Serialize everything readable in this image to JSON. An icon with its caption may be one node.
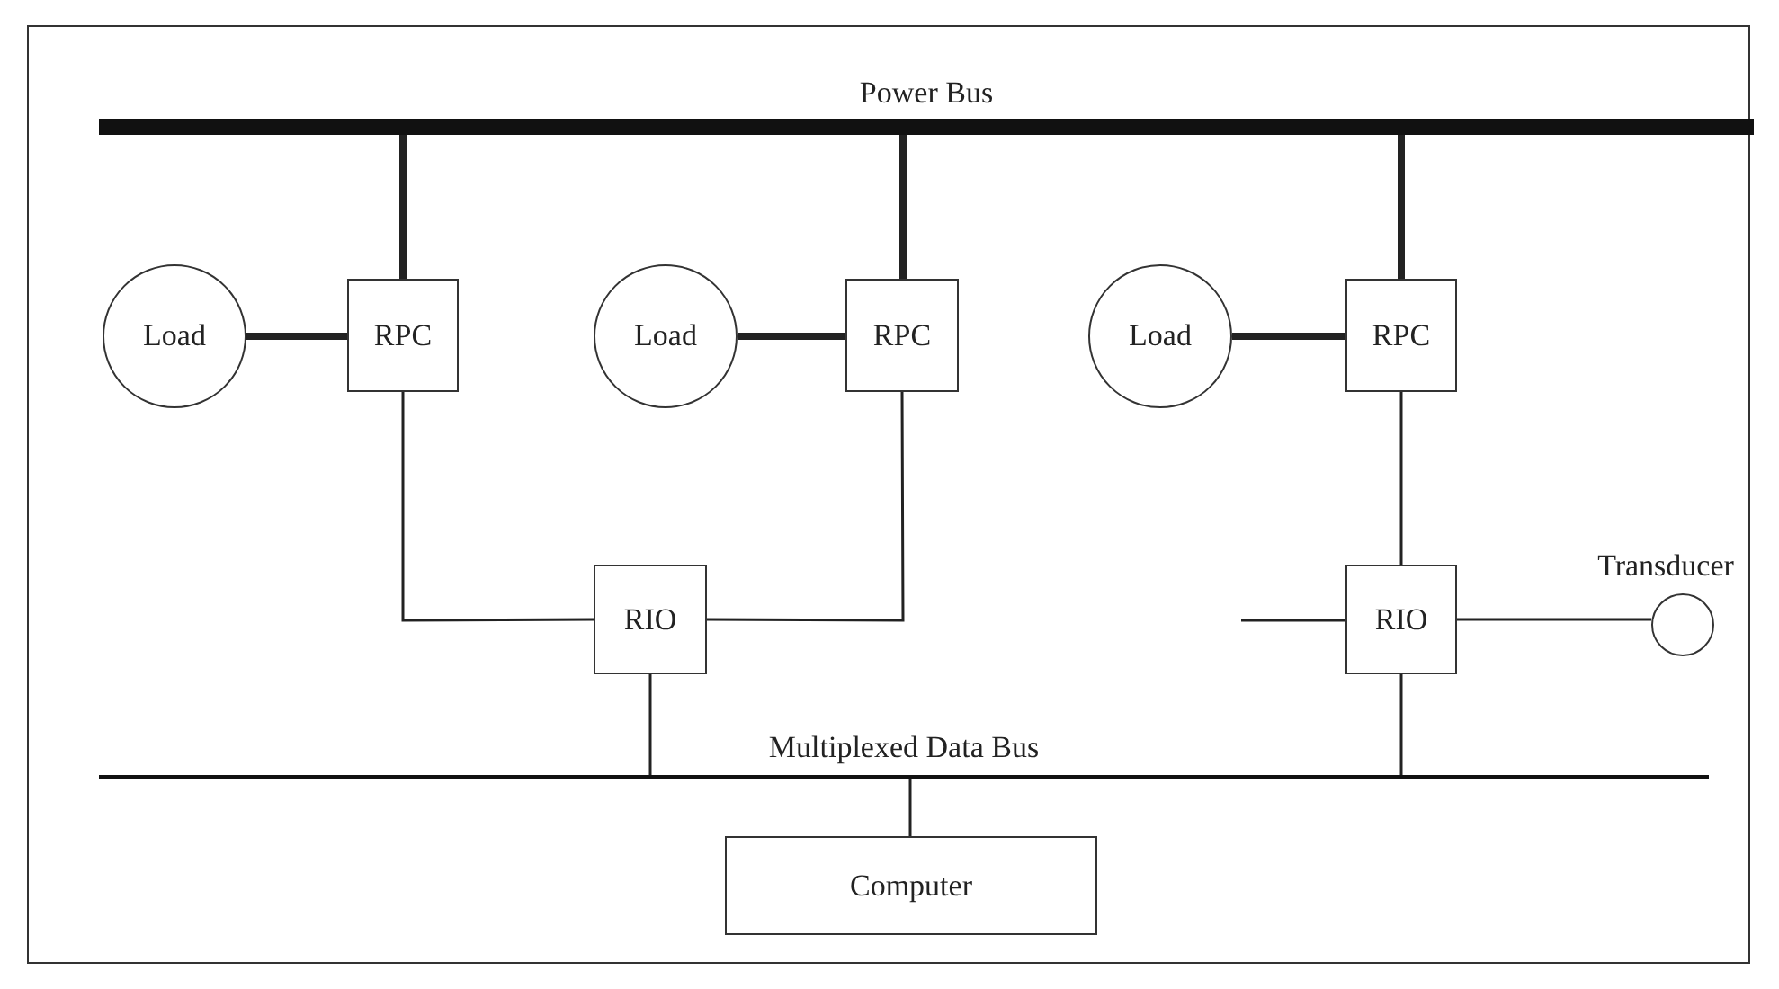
{
  "diagram": {
    "nodes": [
      {
        "text": [
          "Power Bus"
        ]
      },
      {
        "text": [
          "Load"
        ]
      },
      {
        "text": [
          "RPC"
        ]
      },
      {
        "text": [
          "Load"
        ]
      },
      {
        "text": [
          "RPC"
        ]
      },
      {
        "text": [
          "Load"
        ]
      },
      {
        "text": [
          "RPC"
        ]
      },
      {
        "text": [
          "RIO"
        ]
      },
      {
        "text": [
          "RIO"
        ]
      },
      {
        "text": [
          "Transducer"
        ]
      },
      {
        "text": [
          "Multiplexed Data Bus"
        ]
      },
      {
        "text": [
          "Computer"
        ]
      }
    ],
    "edges": [
      {
        "from": 0,
        "to": 2,
        "arrow": "none",
        "style": "thick"
      },
      {
        "from": 0,
        "to": 4,
        "arrow": "none",
        "style": "thick"
      },
      {
        "from": 0,
        "to": 6,
        "arrow": "none",
        "style": "thick"
      },
      {
        "from": 1,
        "to": 2,
        "arrow": "none",
        "style": "thick"
      },
      {
        "from": 3,
        "to": 4,
        "arrow": "none",
        "style": "thick"
      },
      {
        "from": 5,
        "to": 6,
        "arrow": "none",
        "style": "thick"
      },
      {
        "from": 2,
        "to": 7,
        "arrow": "none"
      },
      {
        "from": 4,
        "to": 7,
        "arrow": "none"
      },
      {
        "from": 6,
        "to": 8,
        "arrow": "none"
      },
      {
        "from": null,
        "to": 8,
        "arrow": "none"
      },
      {
        "from": 8,
        "to": 9,
        "arrow": "none"
      },
      {
        "from": 7,
        "to": 10,
        "arrow": "none"
      },
      {
        "from": 8,
        "to": 10,
        "arrow": "none"
      },
      {
        "from": 10,
        "to": 11,
        "arrow": "none"
      }
    ]
  }
}
